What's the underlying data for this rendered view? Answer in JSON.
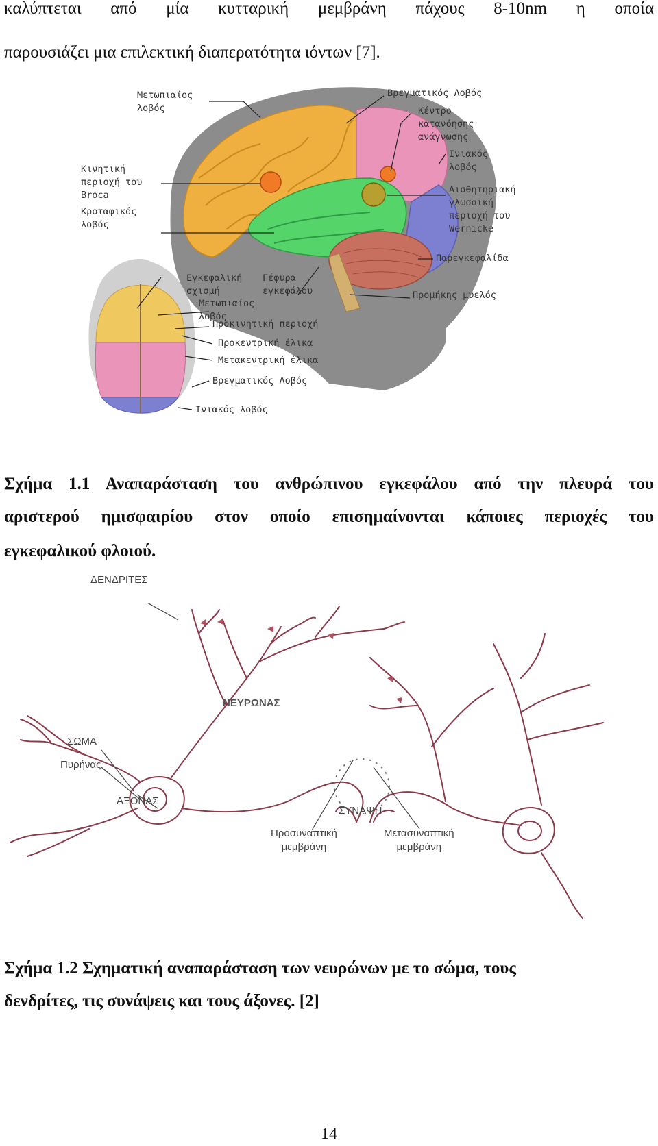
{
  "body_text": {
    "line1": "καλύπτεται από μία κυτταρική μεμβράνη πάχους 8-10nm η οποία",
    "line2": "παρουσιάζει μια επιλεκτική διαπερατότητα ιόντων [7]."
  },
  "figure1": {
    "labels": {
      "frontal": "Μετωπιαίος\nλοβός",
      "parietal": "Βρεγματικός Λοβός",
      "reading_center": "Κέντρο\nκατανόησης\nανάγνωσης",
      "occipital": "Ινιακός\nλοβός",
      "broca": "Κινητική\nπεριοχή του\nBroca",
      "temporal": "Κροταφικός\nλοβός",
      "wernicke": "Αισθητηριακή\nγλωσσική\nπεριοχή του\nWernicke",
      "cerebellum": "Παρεγκεφαλίδα",
      "pons": "Γέφυρα\nεγκεφάλου",
      "medulla": "Προμήκης μυελός",
      "fissure": "Εγκεφαλική\nσχισμή",
      "frontal_top": "Μετωπιαίος\nλοβός",
      "premotor": "Προκινητική περιοχή",
      "precentral": "Προκεντρική έλικα",
      "postcentral": "Μετακεντρική έλικα",
      "parietal_top": "Βρεγματικός Λοβός",
      "occipital_top": "Ινιακός λοβός"
    },
    "colors": {
      "frontal": "#f0b040",
      "parietal": "#e994b8",
      "occipital": "#7d80d0",
      "temporal": "#55d46a",
      "cerebellum": "#c87060",
      "head": "#8a8a8a",
      "marker": "#f07a25"
    },
    "caption": {
      "line1": "Σχήμα 1.1 Αναπαράσταση του ανθρώπινου εγκεφάλου από την πλευρά του",
      "line2": "αριστερού ημισφαιρίου στον οποίο επισημαίνονται κάποιες περιοχές του",
      "line3": "εγκεφαλικού φλοιού."
    }
  },
  "figure2": {
    "labels": {
      "dendrites": "ΔΕΝΔΡΙΤΕΣ",
      "neuron": "ΝΕΥΡΩΝΑΣ",
      "soma": "ΣΩΜΑ",
      "nucleus": "Πυρήνας",
      "axon": "ΑΞΟΝΑΣ",
      "synapse": "ΣΥΝΑΨΗ",
      "presynaptic": "Προσυναπτική\nμεμβράνη",
      "postsynaptic": "Μετασυναπτική\nμεμβράνη"
    },
    "colors": {
      "neuron_stroke": "#8b3a4a"
    },
    "caption": {
      "line1": "Σχήμα 1.2  Σχηματική αναπαράσταση των νευρώνων με το σώμα, τους",
      "line2": "δενδρίτες, τις συνάψεις και τους άξονες. [2]"
    }
  },
  "page_number": "14"
}
